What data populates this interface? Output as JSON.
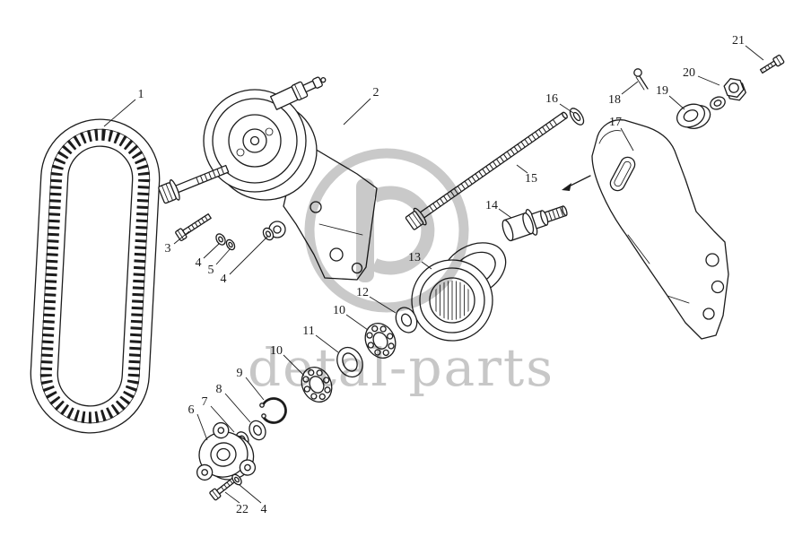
{
  "watermark": {
    "text": "detal-parts"
  },
  "colors": {
    "line": "#1c1c1c",
    "watermark": "#c7c7c7",
    "background": "#ffffff"
  },
  "callouts": [
    "1",
    "2",
    "3",
    "4",
    "5",
    "4",
    "16",
    "18",
    "19",
    "20",
    "21",
    "15",
    "14",
    "17",
    "13",
    "12",
    "10",
    "11",
    "10",
    "9",
    "8",
    "7",
    "6",
    "22",
    "4"
  ]
}
